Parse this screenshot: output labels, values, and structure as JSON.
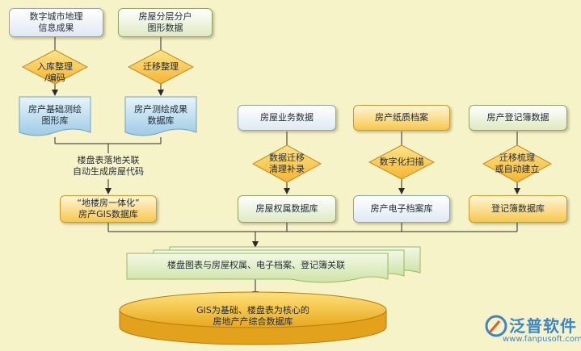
{
  "top_left_box": "数字城市地理\n信息成果",
  "top_mid_box": "房屋分层分户\n图形数据",
  "step_import": "入库整理\n/编码",
  "step_migrate": "迁移整理",
  "db_basic_survey": "房产基础测绘\n图形库",
  "db_survey_results": "房产测绘成果\n数据库",
  "note_building_code": "楼盘表落地关联\n自动生成房屋代码",
  "db_integrated_gis": "“地楼房一体化”\n房产GIS数据库",
  "src_business": "房屋业务数据",
  "src_paper_archive": "房产纸质档案",
  "src_register_book": "房产登记簿数据",
  "step_migrate_clean": "数据迁移\n清理补录",
  "step_digitize": "数字化扫描",
  "step_migrate_build": "迁移梳理\n或自动建立",
  "db_ownership": "房屋权属数据库",
  "db_e_archive": "房产电子档案库",
  "db_register": "登记簿数据库",
  "link_bar": "楼盘图表与房屋权属、电子档案、登记簿关联",
  "final_db": "GIS为基础、楼盘表为核心的\n房地产产综合数据库",
  "logo": {
    "name": "泛普软件",
    "url": "www.fanpusoft.com"
  }
}
